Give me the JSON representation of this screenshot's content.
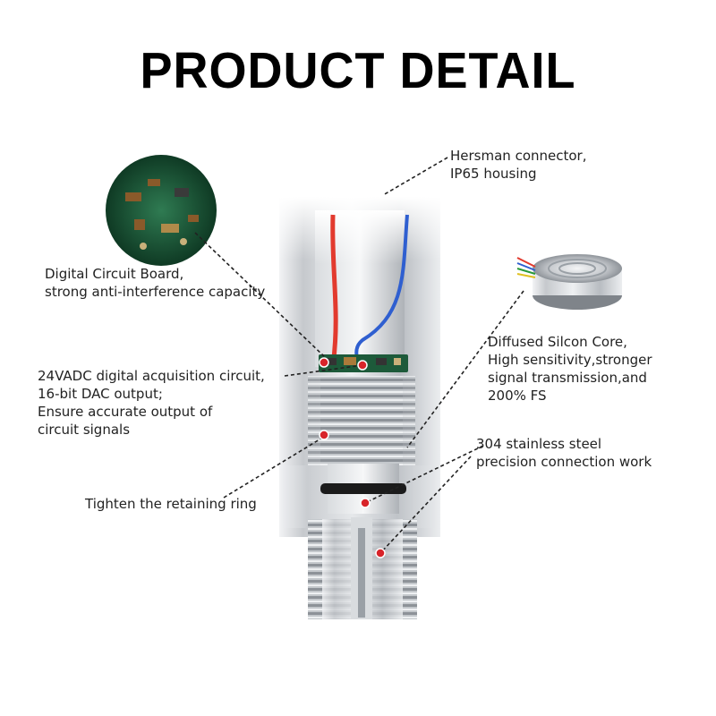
{
  "title": "PRODUCT DETAIL",
  "colors": {
    "leader_line": "#222222",
    "marker": "#d8242a",
    "steel": "#c9ccd0",
    "wire_red": "#e23a2e",
    "wire_blue": "#2f5fd0",
    "pcb": "#1d5a3a"
  },
  "callouts": {
    "connector": {
      "lines": [
        "Hersman connector,",
        "IP65 housing"
      ]
    },
    "circuit_board": {
      "lines": [
        "Digital Circuit Board,",
        "strong anti-interference capacity"
      ]
    },
    "acquisition": {
      "lines": [
        "24VADC digital acquisition circuit,",
        "16-bit DAC output;",
        "Ensure accurate output of",
        "circuit signals"
      ]
    },
    "retaining_ring": {
      "lines": [
        "Tighten the retaining ring"
      ]
    },
    "silicon_core": {
      "lines": [
        "Diffused Silcon Core,",
        "High sensitivity,stronger",
        "signal transmission,and",
        "200% FS"
      ]
    },
    "steel": {
      "lines": [
        "304 stainless steel",
        "precision connection work"
      ]
    }
  }
}
